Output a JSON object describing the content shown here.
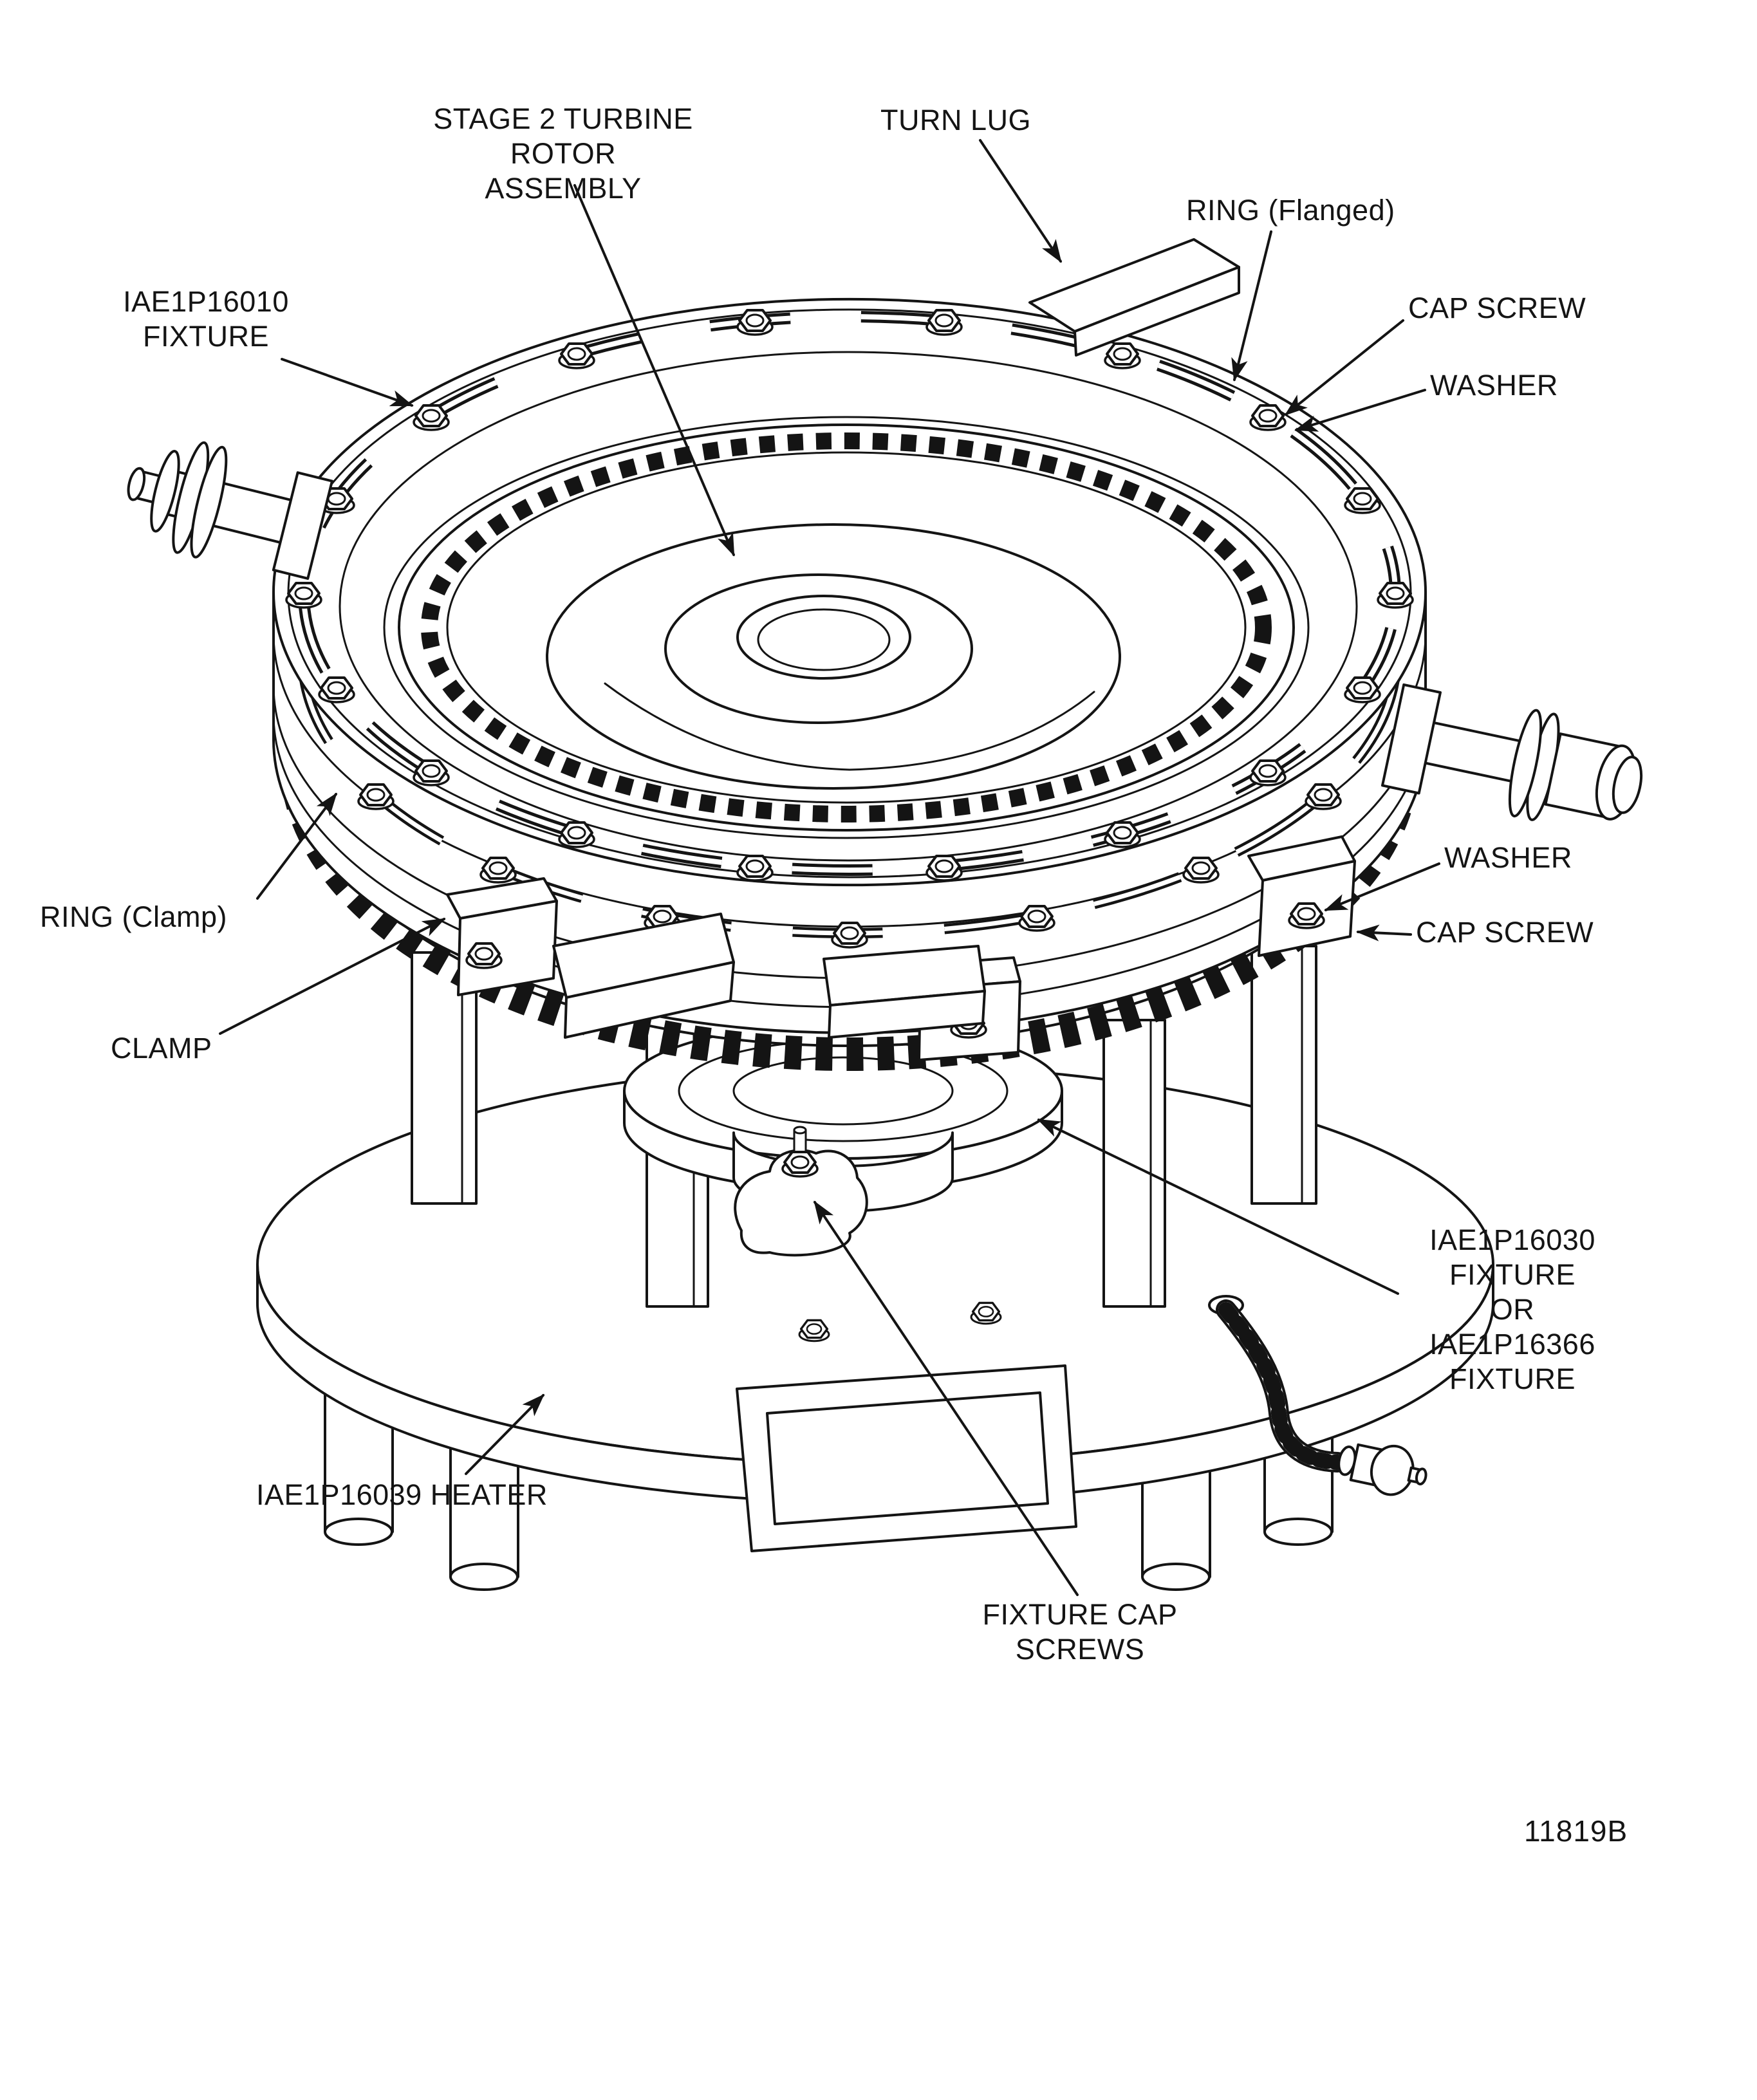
{
  "figure": {
    "number": "11819B",
    "ink_color": "#141414",
    "background_color": "#ffffff",
    "subject": "Stage 2 turbine rotor assembly mounted in fixtures on heater"
  },
  "labels": {
    "rotor_assembly": {
      "line1": "STAGE 2 TURBINE ROTOR",
      "line2": "ASSEMBLY"
    },
    "turn_lug": {
      "text": "TURN LUG"
    },
    "ring_flanged": {
      "text": "RING (Flanged)"
    },
    "cap_screw_upper": {
      "text": "CAP SCREW"
    },
    "washer_upper": {
      "text": "WASHER"
    },
    "fixture_16010": {
      "line1": "IAE1P16010",
      "line2": "FIXTURE"
    },
    "ring_clamp": {
      "text": "RING (Clamp)"
    },
    "clamp": {
      "text": "CLAMP"
    },
    "washer_right": {
      "text": "WASHER"
    },
    "cap_screw_right": {
      "text": "CAP SCREW"
    },
    "fixture_16030": {
      "line1": "IAE1P16030",
      "line2": "FIXTURE",
      "line3": "OR",
      "line4": "IAE1P16366",
      "line5": "FIXTURE"
    },
    "heater": {
      "text": "IAE1P16039 HEATER"
    },
    "fixture_cap_screws": {
      "line1": "FIXTURE CAP",
      "line2": "SCREWS"
    }
  }
}
